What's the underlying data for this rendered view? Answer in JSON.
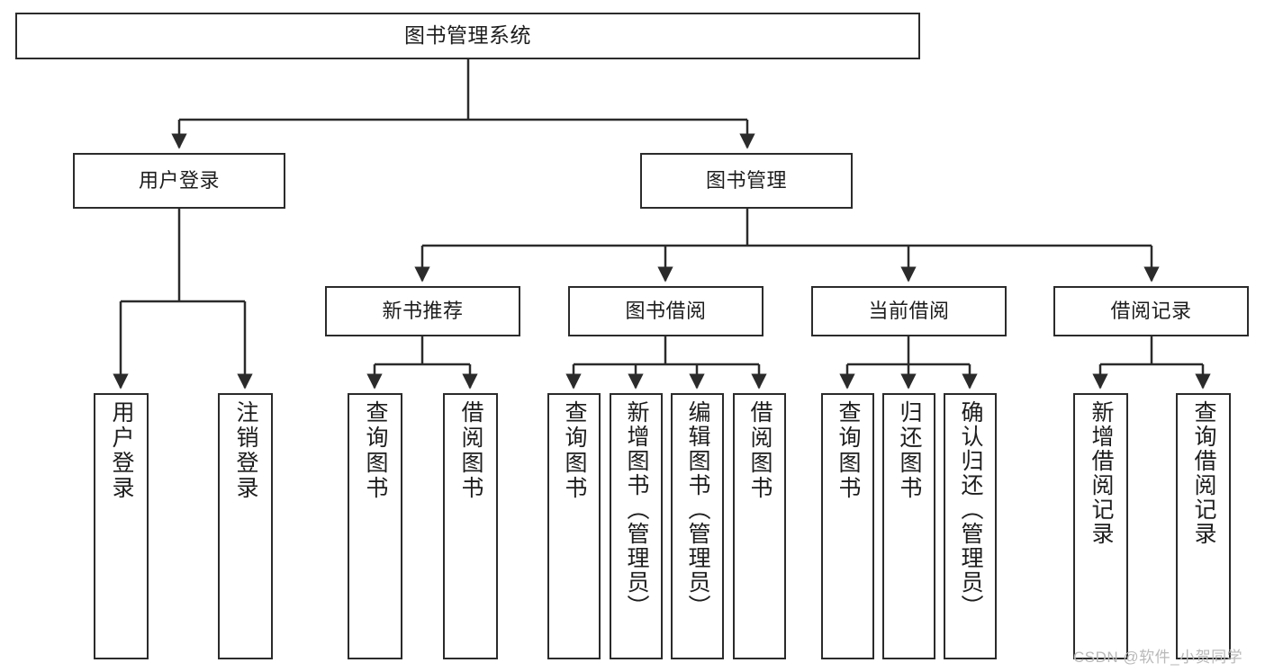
{
  "diagram": {
    "type": "tree",
    "title": "图书管理系统",
    "root": {
      "label": "图书管理系统"
    },
    "level2": [
      {
        "label": "用户登录"
      },
      {
        "label": "图书管理"
      }
    ],
    "level3": [
      {
        "label": "新书推荐"
      },
      {
        "label": "图书借阅"
      },
      {
        "label": "当前借阅"
      },
      {
        "label": "借阅记录"
      }
    ],
    "leaves": {
      "user_login": [
        {
          "label": "用户登录"
        },
        {
          "label": "注销登录"
        }
      ],
      "new_book_recommend": [
        {
          "label": "查询图书"
        },
        {
          "label": "借阅图书"
        }
      ],
      "book_borrow": [
        {
          "label": "查询图书"
        },
        {
          "label": "新增图书（管理员）"
        },
        {
          "label": "编辑图书（管理员）"
        },
        {
          "label": "借阅图书"
        }
      ],
      "current_borrow": [
        {
          "label": "查询图书"
        },
        {
          "label": "归还图书"
        },
        {
          "label": "确认归还（管理员）"
        }
      ],
      "borrow_record": [
        {
          "label": "新增借阅记录"
        },
        {
          "label": "查询借阅记录"
        }
      ]
    }
  },
  "watermark": {
    "text": "CSDN @软件_小贺同学"
  },
  "colors": {
    "stroke": "#2b2b2b",
    "fill": "#ffffff",
    "text": "#1d1d1d",
    "watermark": "#b9b9b9"
  }
}
